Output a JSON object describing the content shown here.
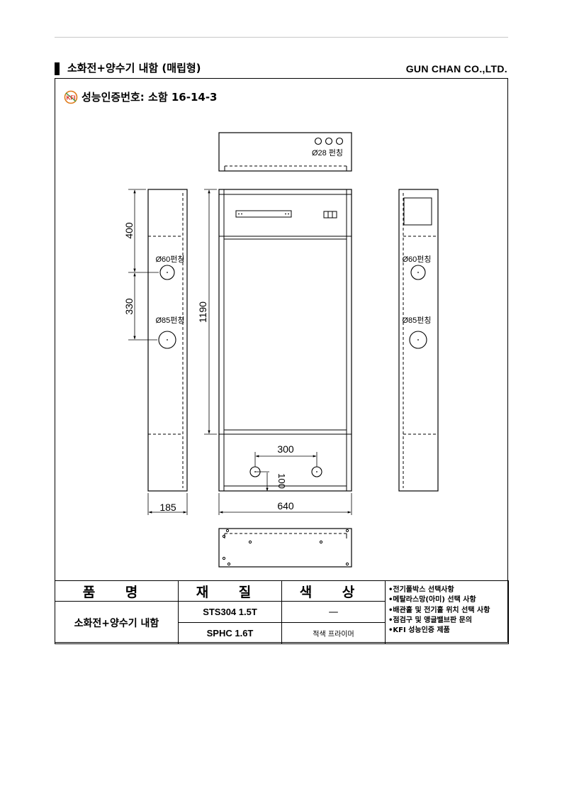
{
  "header": {
    "title": "소화전+양수기 내함 (매립형)",
    "company": "GUN CHAN CO.,LTD.",
    "badge": "KFI",
    "certification": "성능인증번호: 소함 16-14-3"
  },
  "drawing": {
    "dimensions": {
      "side_upper": "400",
      "side_lower": "330",
      "side_width": "185",
      "front_height": "1190",
      "front_width": "640",
      "pipe_spacing": "300",
      "pipe_height": "100"
    },
    "holes": {
      "top": "Ø28 펀칭",
      "small": "Ø60펀칭",
      "large": "Ø85펀칭"
    }
  },
  "spec_table": {
    "headers": [
      "품  명",
      "재  질",
      "색  상"
    ],
    "product": "소화전+양수기 내함",
    "rows": [
      {
        "material": "STS304 1.5T",
        "color": "—"
      },
      {
        "material": "SPHC 1.6T",
        "color": "적색 프라이머"
      }
    ],
    "notes": [
      "•전기폴박스 선택사항",
      "•메탈라스망(아미) 선택 사항",
      "•배관홀 및 전기홀 위치 선택 사항",
      "•점검구 및 앵글밸브판 문의",
      "•KFI 성능인증 제품"
    ]
  }
}
